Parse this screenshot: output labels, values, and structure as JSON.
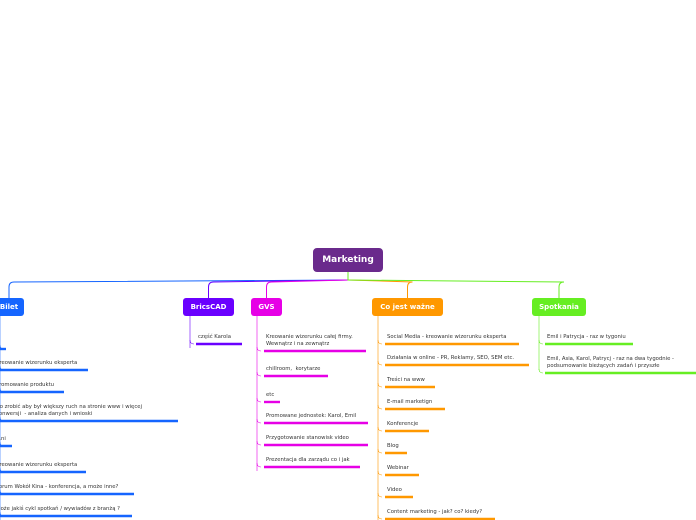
{
  "root": {
    "label": "Marketing",
    "color": "#6a2a8c"
  },
  "branches": [
    {
      "id": "bilet",
      "label": "Bilet",
      "color": "#1565ff",
      "items": [
        "",
        "Kreowanie wizerunku eksperta",
        "Promowanie produktu",
        "Co zrobić aby był większy ruch na stronie www i więcej\nkonwersji  - analiza danych i wnioski",
        "...ni",
        "Kreowanie wizerunku eksperta",
        "Forum Wokół Kina - konferencja, a może inne?",
        "Może jakiś cykl spotkań / wywiadów z branżą ?"
      ]
    },
    {
      "id": "bricscad",
      "label": "BricsCAD",
      "color": "#6a00ff",
      "items": [
        "część Karola"
      ]
    },
    {
      "id": "gvs",
      "label": "GVS",
      "color": "#e600e6",
      "items": [
        "Kreowanie wizerunku całej firmy.\nWewnątrz i na zewnątrz",
        "chillroom,  korytarze",
        "etc",
        "Promowane jednostek: Karol, Emil",
        "Przygotowanie stanowisk video",
        "Prezentacja dla zarządu co i jak"
      ]
    },
    {
      "id": "co-jest-wazne",
      "label": "Co jest ważne",
      "color": "#ff9800",
      "items": [
        "Social Media - kreowanie wizerunku eksperta",
        "Działania w online - PR, Reklamy, SEO, SEM etc.",
        "Treści na www",
        "E-mail marketign",
        "Konferencje",
        "Blog",
        "Webinar",
        "Video",
        "Content marketing - jak? co? kiedy?"
      ]
    },
    {
      "id": "spotkania",
      "label": "Spotkania",
      "color": "#66ee22",
      "items": [
        "Emil i Patrycja - raz w tygoniu",
        "Emil, Asia, Karol, Patrycj - raz na dwa tygodnie -\npodsumowanie bieżących zadań i przyszłe"
      ]
    }
  ]
}
